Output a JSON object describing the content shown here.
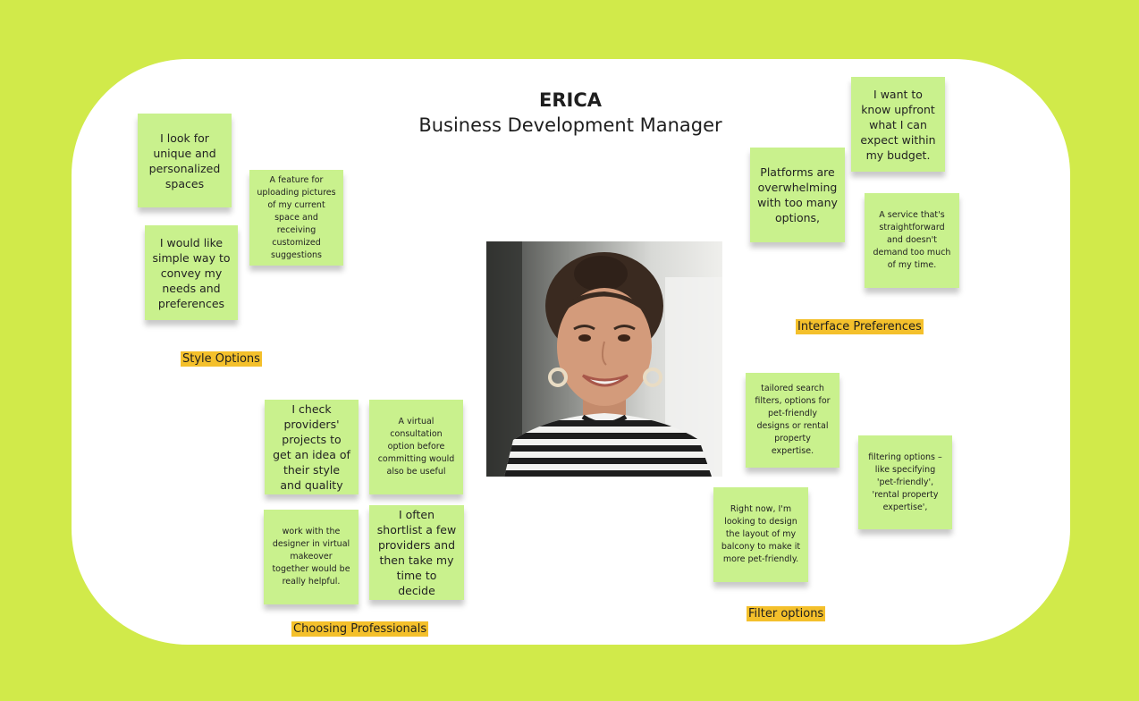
{
  "persona": {
    "name": "ERICA",
    "role": "Business Development Manager"
  },
  "groups": {
    "style_options": {
      "label": "Style Options",
      "notes": [
        "I look for unique and personalized spaces",
        "A feature for uploading pictures of my current space and receiving customized suggestions",
        "I would like simple way to convey my needs and preferences"
      ]
    },
    "interface_preferences": {
      "label": "Interface Preferences",
      "notes": [
        "I want to know upfront what I can expect within my budget.",
        "Platforms are overwhelming with too many options,",
        "A service that's straightforward and doesn't demand too much of my time."
      ]
    },
    "choosing_professionals": {
      "label": "Choosing Professionals",
      "notes": [
        "I check providers' projects to get an idea of their style and quality",
        "A virtual consultation option before committing would also be useful",
        "work with the designer in virtual makeover together would be really helpful.",
        "I often shortlist a few providers and then take my time to decide"
      ]
    },
    "filter_options": {
      "label": "Filter options",
      "notes": [
        "tailored search filters, options for pet-friendly designs or rental property expertise.",
        "filtering options – like specifying 'pet-friendly', 'rental property expertise',",
        "Right now, I'm looking to design the layout of my balcony to make it more pet-friendly."
      ]
    }
  },
  "colors": {
    "background": "#d1ea4a",
    "board": "#ffffff",
    "sticky": "#c9f18d",
    "label": "#f4c02b"
  }
}
